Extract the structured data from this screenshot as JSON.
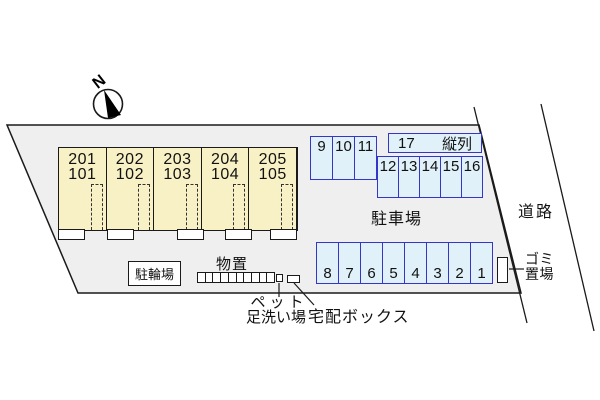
{
  "labels": {
    "compass_n": "N",
    "road": "道路",
    "parking_lot": "駐車場",
    "bicycle_parking": "駐輪場",
    "storage_shed": "物置",
    "pet_wash_line1": "ペット",
    "pet_wash_line2": "足洗い場",
    "delivery_box": "宅配ボックス",
    "garbage_line1": "ゴミ",
    "garbage_line2": "置場",
    "tandem": "縦列"
  },
  "building": {
    "units": [
      {
        "upper": "201",
        "lower": "101"
      },
      {
        "upper": "202",
        "lower": "102"
      },
      {
        "upper": "203",
        "lower": "103"
      },
      {
        "upper": "204",
        "lower": "104"
      },
      {
        "upper": "205",
        "lower": "105"
      }
    ]
  },
  "parking": {
    "row_side": [
      "9",
      "10",
      "11"
    ],
    "tandem_stall": "17",
    "row_upper": [
      "12",
      "13",
      "14",
      "15",
      "16"
    ],
    "row_lower": [
      "8",
      "7",
      "6",
      "5",
      "4",
      "3",
      "2",
      "1"
    ]
  },
  "colors": {
    "site_fill": "#efefef",
    "building_fill": "#f8f1c6",
    "stall_fill": "#e1f1f9",
    "stall_border": "#3535c8",
    "outline": "#1a1a1a"
  }
}
